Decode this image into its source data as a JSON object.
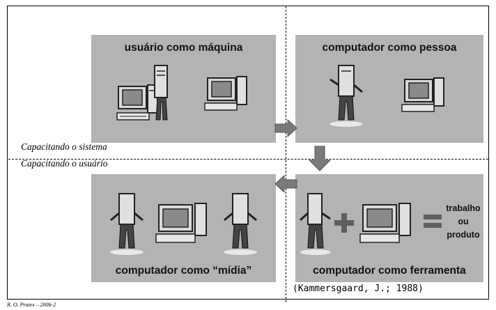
{
  "panels": {
    "top_left_title": "usuário como máquina",
    "top_right_title": "computador como pessoa",
    "bottom_left_title": "computador como “mídia”",
    "bottom_right_title": "computador como ferramenta"
  },
  "labels": {
    "capacitando_sistema": "Capacitando o sistema",
    "capacitando_usuario": "Capacitando o usuário"
  },
  "equation": {
    "result_line1": "trabalho",
    "result_line2": "ou",
    "result_line3": "produto"
  },
  "citation": "(Kammersgaard, J.; 1988)",
  "footer": "R. O. Prates – 2006-2",
  "colors": {
    "panel": "#b3b3b3",
    "arrow": "#7a7a7a",
    "symbol": "#5f5f5f"
  }
}
